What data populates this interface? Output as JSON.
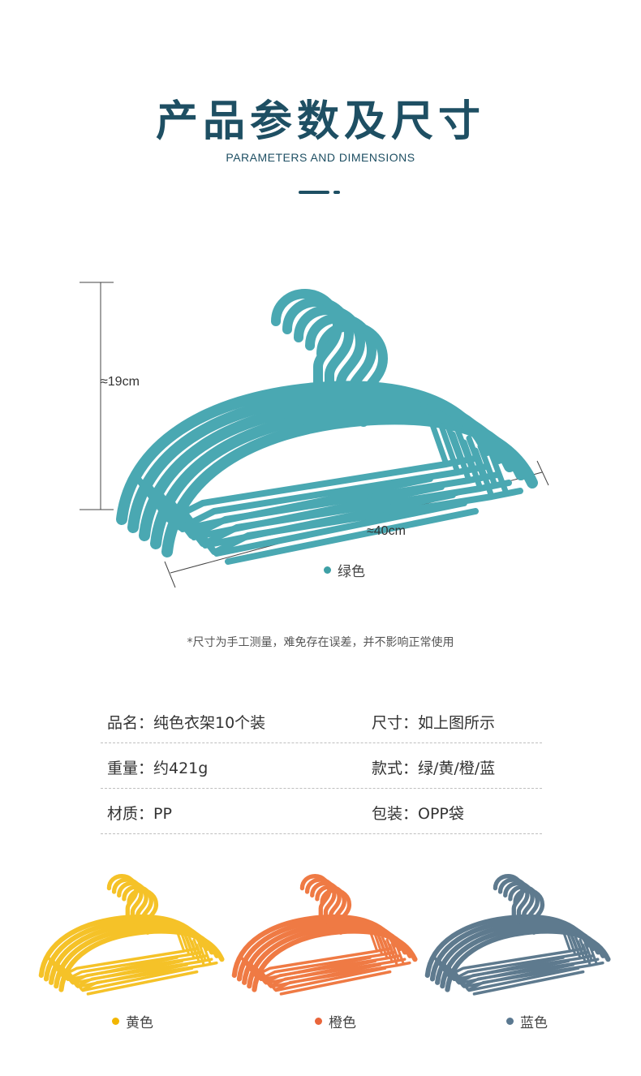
{
  "header": {
    "title": "产品参数及尺寸",
    "subtitle": "PARAMETERS AND DIMENSIONS"
  },
  "hero": {
    "height_label": "≈19cm",
    "width_label": "≈40cm",
    "color_label": "绿色",
    "color": "#4aa8b2",
    "dot_color": "#3ea0a6"
  },
  "note": "*尺寸为手工测量，难免存在误差，并不影响正常使用",
  "specs": [
    {
      "left": "品名：纯色衣架10个装",
      "right": "尺寸：如上图所示"
    },
    {
      "left": "重量：约421g",
      "right": "款式：绿/黄/橙/蓝"
    },
    {
      "left": "材质：PP",
      "right": "包装：OPP袋"
    }
  ],
  "variants": [
    {
      "label": "黄色",
      "color": "#f5c228",
      "dot_color": "#f2b600"
    },
    {
      "label": "橙色",
      "color": "#ef7a44",
      "dot_color": "#e9653a"
    },
    {
      "label": "蓝色",
      "color": "#5e7a8e",
      "dot_color": "#5a7890"
    }
  ]
}
